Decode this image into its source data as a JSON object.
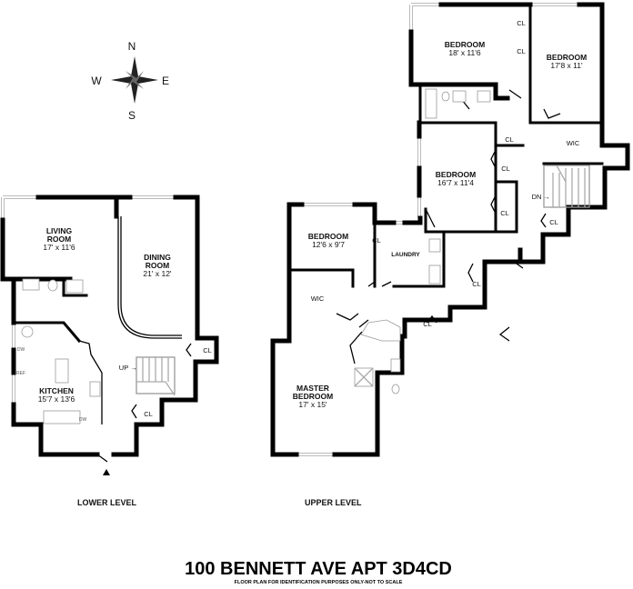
{
  "compass": {
    "n": "N",
    "s": "S",
    "e": "E",
    "w": "W"
  },
  "lower_level": {
    "label": "LOWER LEVEL",
    "rooms": [
      {
        "name": "LIVING",
        "name2": "ROOM",
        "size": "17' x 11'6"
      },
      {
        "name": "DINING",
        "name2": "ROOM",
        "size": "21' x 12'"
      },
      {
        "name": "KITCHEN",
        "size": "15'7 x 13'6"
      }
    ],
    "closets": [
      "CL",
      "CL"
    ],
    "stairs": "UP",
    "appliances": [
      "DW",
      "REF",
      "DW"
    ]
  },
  "upper_level": {
    "label": "UPPER LEVEL",
    "rooms": [
      {
        "name": "BEDROOM",
        "size": "18' x 11'6"
      },
      {
        "name": "BEDROOM",
        "size": "17'8 x 11'"
      },
      {
        "name": "BEDROOM",
        "size": "16'7 x 11'4"
      },
      {
        "name": "BEDROOM",
        "size": "12'6 x 9'7"
      },
      {
        "name": "LAUNDRY"
      },
      {
        "name": "WIC"
      },
      {
        "name": "WIC"
      },
      {
        "name": "MASTER",
        "name2": "BEDROOM",
        "size": "17' x 15'"
      }
    ],
    "closets": [
      "CL",
      "CL",
      "CL",
      "CL",
      "CL",
      "CL",
      "CL",
      "CL",
      "CL"
    ],
    "stairs": "DN"
  },
  "title": "100 BENNETT AVE APT 3D4CD",
  "subtitle": "FLOOR PLAN FOR IDENTIFICATION PURPOSES ONLY-NOT TO SCALE"
}
